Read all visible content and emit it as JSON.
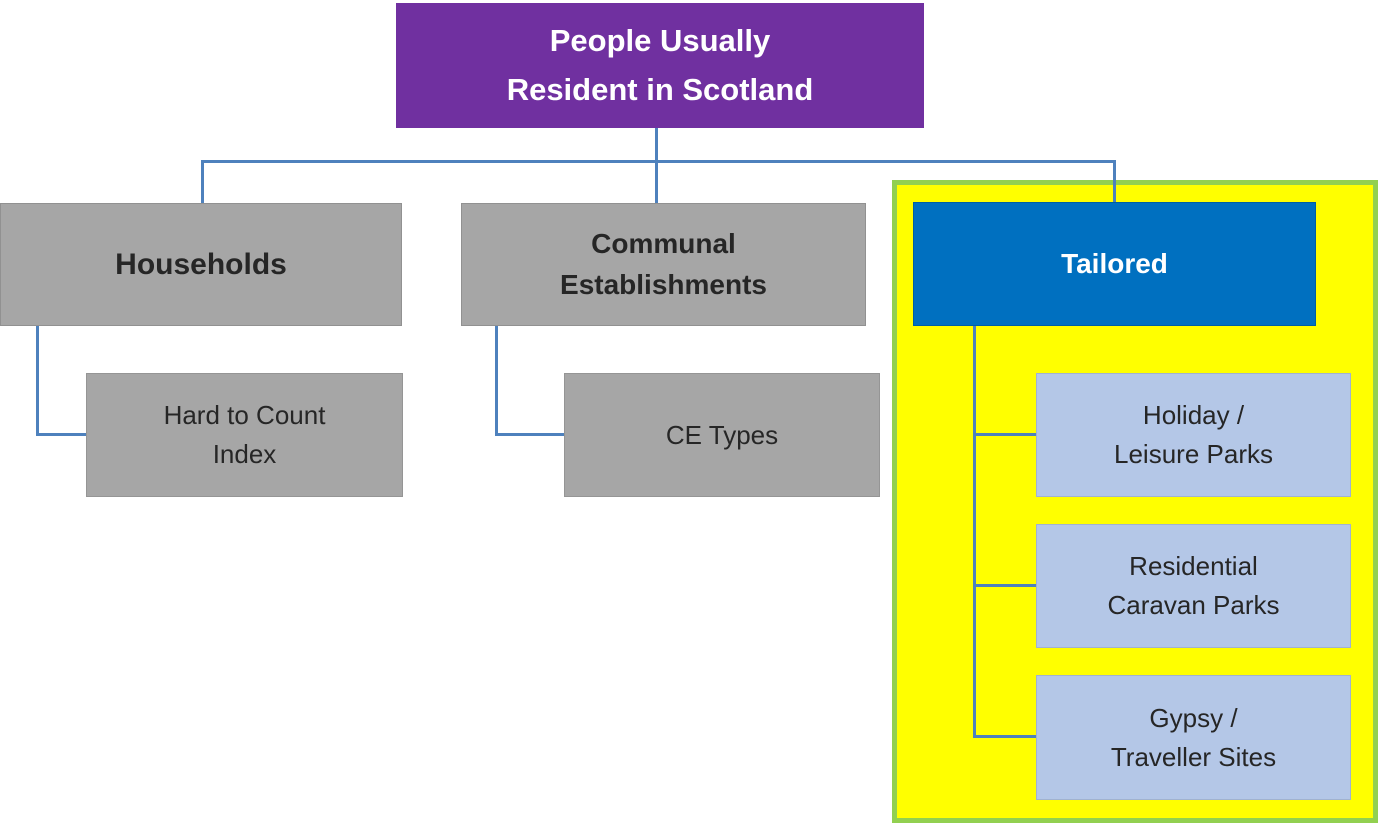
{
  "chart": {
    "root": {
      "label": "People Usually\nResident in Scotland"
    },
    "branches": [
      {
        "label": "Households"
      },
      {
        "label": "Communal\nEstablishments"
      },
      {
        "label": "Tailored"
      }
    ],
    "leaves": {
      "households": {
        "label": "Hard to Count\nIndex"
      },
      "communal": {
        "label": "CE Types"
      },
      "tailored": [
        {
          "label": "Holiday /\nLeisure Parks"
        },
        {
          "label": "Residential\nCaravan Parks"
        },
        {
          "label": "Gypsy /\nTraveller Sites"
        }
      ]
    },
    "colors": {
      "root_fill": "#7030A0",
      "root_text": "#FFFFFF",
      "branch_fill": "#A6A6A6",
      "branch_text": "#262626",
      "tailored_fill": "#0070C0",
      "tailored_child_fill": "#B4C7E7",
      "panel_fill": "#FFFF00",
      "panel_border": "#92D050",
      "connector": "#4E81BD"
    }
  }
}
